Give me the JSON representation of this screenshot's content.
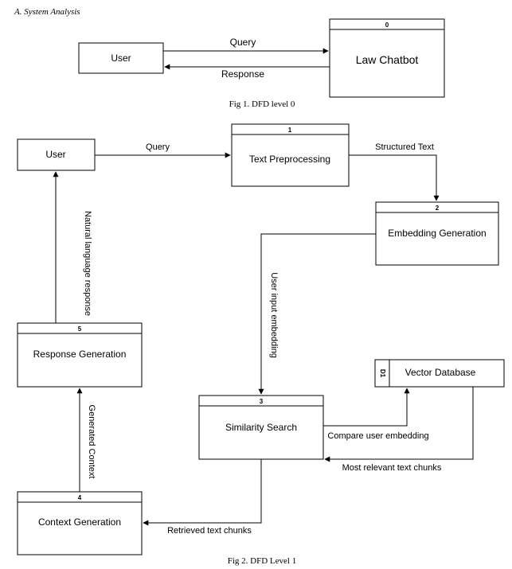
{
  "section_heading": "A.    System Analysis",
  "level0": {
    "user_label": "User",
    "process_number": "0",
    "process_label": "Law Chatbot",
    "query_label": "Query",
    "response_label": "Response",
    "caption": "Fig 1. DFD level 0"
  },
  "level1": {
    "user_label": "User",
    "p1_number": "1",
    "p1_label": "Text Preprocessing",
    "p2_number": "2",
    "p2_label": "Embedding Generation",
    "p3_number": "3",
    "p3_label": "Similarity Search",
    "p4_number": "4",
    "p4_label": "Context Generation",
    "p5_number": "5",
    "p5_label": "Response Generation",
    "store_id": "D1",
    "store_label": "Vector Database",
    "flow_query": "Query",
    "flow_structured_text": "Structured Text",
    "flow_user_input_embedding": "User input embedding",
    "flow_compare_embedding": "Compare user embedding",
    "flow_relevant_chunks": "Most relevant text chunks",
    "flow_retrieved_chunks": "Retrieved text chunks",
    "flow_generated_context": "Generated Context",
    "flow_natural_response": "Natural language response",
    "caption": "Fig 2. DFD Level 1"
  }
}
